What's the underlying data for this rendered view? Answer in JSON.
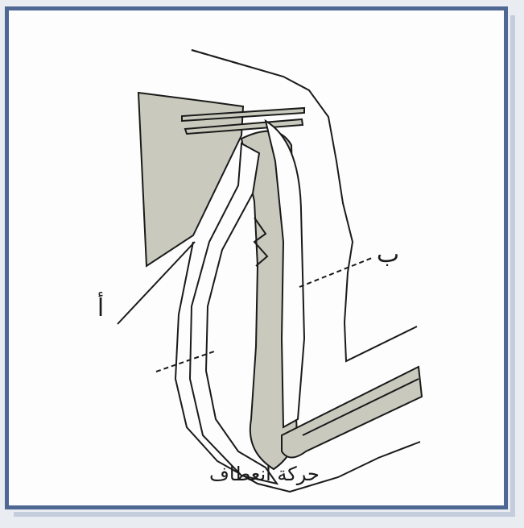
{
  "labels": {
    "a": "أ",
    "b": "ب",
    "caption": "حركة انعطاف"
  },
  "colors": {
    "frame": "#4e6793",
    "bone": "#c9cabd",
    "line": "#1a1a1a",
    "paper": "#fdfdfd"
  }
}
